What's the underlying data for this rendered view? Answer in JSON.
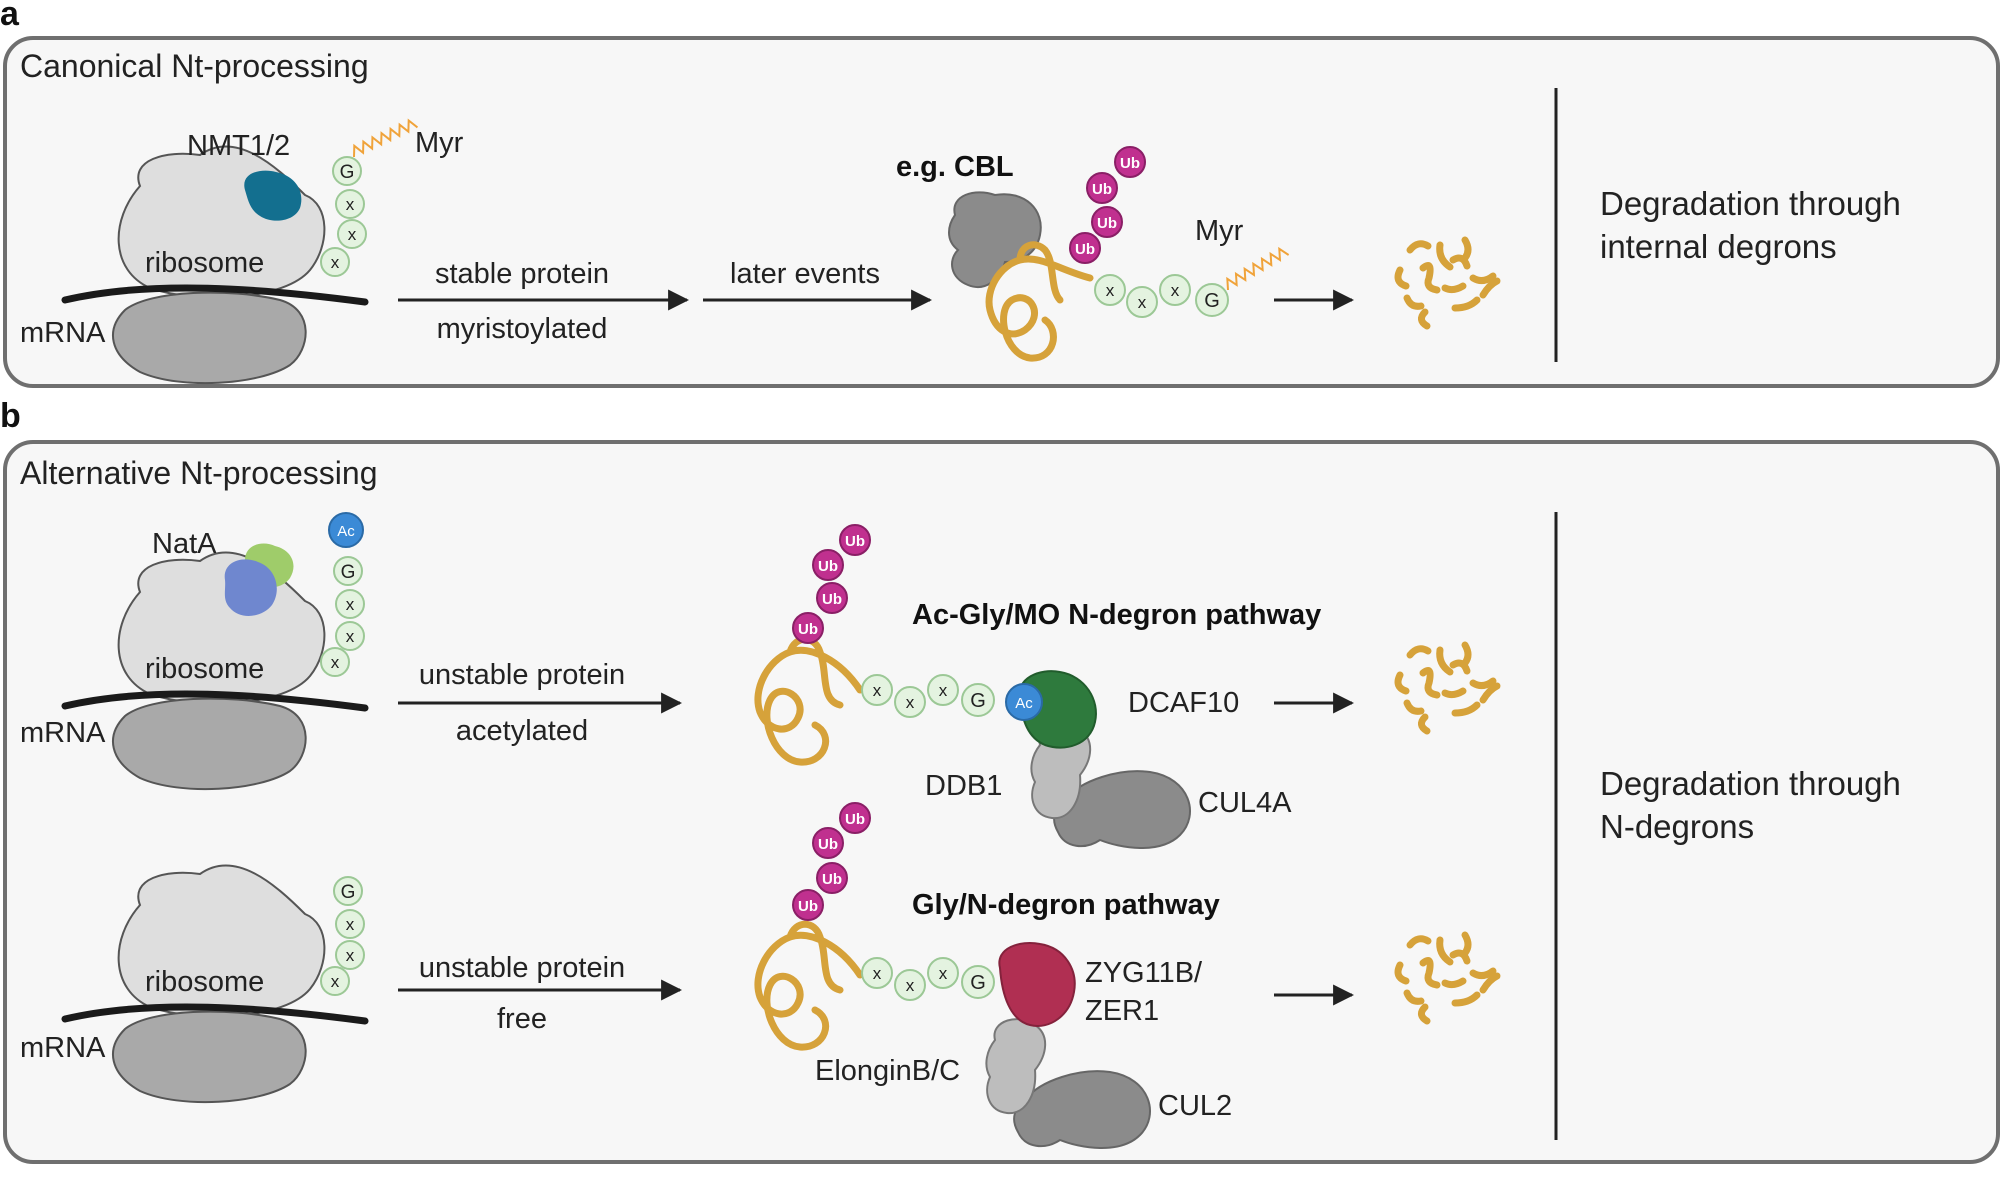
{
  "panel_a": {
    "letter": "a",
    "title": "Canonical Nt-processing",
    "enzyme": "NMT1/2",
    "ribosome": "ribosome",
    "mrna": "mRNA",
    "modification": "Myr",
    "residues": [
      "G",
      "x",
      "x",
      "x"
    ],
    "arrow1_top": "stable protein",
    "arrow1_bottom": "myristoylated",
    "arrow2_top": "later events",
    "example": "e.g. CBL",
    "ub": "Ub",
    "mature_residues": [
      "x",
      "x",
      "x",
      "G"
    ],
    "mature_mod": "Myr",
    "outcome_line1": "Degradation through",
    "outcome_line2": "internal degrons"
  },
  "panel_b": {
    "letter": "b",
    "title": "Alternative Nt-processing",
    "enzyme": "NatA",
    "ribosome": "ribosome",
    "mrna": "mRNA",
    "ac": "Ac",
    "residues": [
      "G",
      "x",
      "x",
      "x"
    ],
    "arrow1_top": "unstable protein",
    "arrow1_bottom": "acetylated",
    "pathway1": "Ac-Gly/MO N-degron pathway",
    "dcaf10": "DCAF10",
    "ddb1": "DDB1",
    "cul4a": "CUL4A",
    "ub": "Ub",
    "ribosome2": "ribosome",
    "mrna2": "mRNA",
    "arrow2_top": "unstable protein",
    "arrow2_bottom": "free",
    "pathway2": "Gly/N-degron pathway",
    "zyg_line1": "ZYG11B/",
    "zyg_line2": "ZER1",
    "elongin": "ElonginB/C",
    "cul2": "CUL2",
    "outcome_line1": "Degradation through",
    "outcome_line2": "N-degrons"
  },
  "colors": {
    "frame": "#6f6f6f",
    "panel_fill": "#f7f7f7",
    "ribosome_light": "#dedede",
    "ribosome_dark": "#a9a9a9",
    "nmt": "#136f8f",
    "nata_green": "#9fcc6a",
    "nata_blue": "#6f87cf",
    "residue_fill": "#e4f3e0",
    "residue_stroke": "#9cc896",
    "myr": "#f0a33a",
    "ub": "#c0308f",
    "ac": "#3b8ad6",
    "substrate": "#d6a23a",
    "dcaf10": "#2e7a3d",
    "zyg": "#b02f52",
    "grey_complex": "#8b8b8b"
  }
}
